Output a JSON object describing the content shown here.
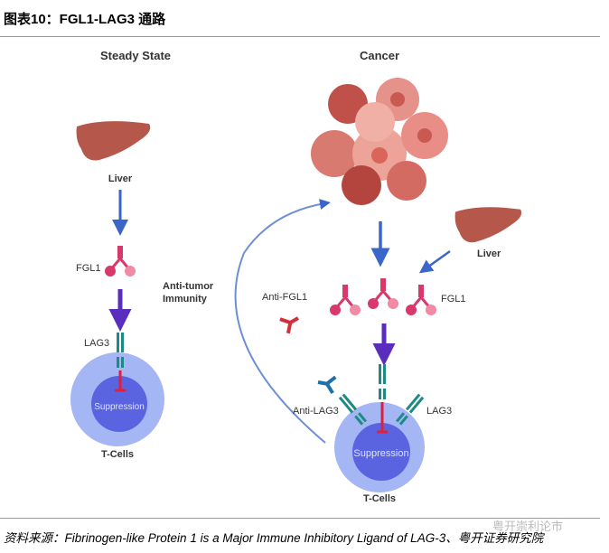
{
  "title": "图表10：FGL1-LAG3 通路",
  "diagram": {
    "steady_state": {
      "heading": "Steady State",
      "liver": "Liver",
      "fgl1": "FGL1",
      "lag3": "LAG3",
      "suppression": "Suppression",
      "tcells": "T-Cells"
    },
    "cancer": {
      "heading": "Cancer",
      "liver": "Liver",
      "anti_fgl1": "Anti-FGL1",
      "fgl1": "FGL1",
      "anti_lag3": "Anti-LAG3",
      "lag3": "LAG3",
      "suppression": "Suppression",
      "tcells": "T-Cells"
    },
    "anti_tumor": {
      "line1": "Anti-tumor",
      "line2": "Immunity"
    },
    "colors": {
      "liver": "#b5574a",
      "fgl1": "#d9386a",
      "lag3": "#1f8a84",
      "cell_outer": "#8fa6f2",
      "cell_inner": "#5a64e0",
      "blue_arrow": "#3a66c9",
      "purple_arrow": "#5a2dbf",
      "tumor": "#d97a70"
    }
  },
  "source": "资料来源：Fibrinogen-like Protein 1 is a Major Immune Inhibitory Ligand of LAG-3、粤开证券研究院",
  "watermark": "粤开崇利论市"
}
